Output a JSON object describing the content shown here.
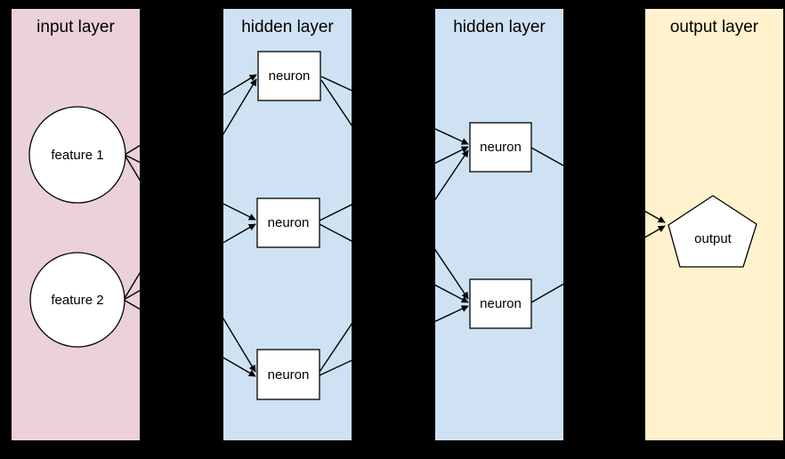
{
  "colors": {
    "background": "#000000",
    "input_layer_fill": "#ead1dc",
    "hidden_layer_fill": "#cfe2f3",
    "output_layer_fill": "#fff2cc",
    "node_fill": "#ffffff",
    "line_stroke": "#000000",
    "text": "#000000"
  },
  "layers": [
    {
      "label": "input layer",
      "nodes": [
        {
          "id": "feature-1",
          "label": "feature 1",
          "shape": "circle"
        },
        {
          "id": "feature-2",
          "label": "feature 2",
          "shape": "circle"
        }
      ]
    },
    {
      "label": "hidden layer",
      "nodes": [
        {
          "id": "h1-neuron-1",
          "label": "neuron",
          "shape": "rectangle"
        },
        {
          "id": "h1-neuron-2",
          "label": "neuron",
          "shape": "rectangle"
        },
        {
          "id": "h1-neuron-3",
          "label": "neuron",
          "shape": "rectangle"
        }
      ]
    },
    {
      "label": "hidden layer",
      "nodes": [
        {
          "id": "h2-neuron-1",
          "label": "neuron",
          "shape": "rectangle"
        },
        {
          "id": "h2-neuron-2",
          "label": "neuron",
          "shape": "rectangle"
        }
      ]
    },
    {
      "label": "output layer",
      "nodes": [
        {
          "id": "output",
          "label": "output",
          "shape": "pentagon"
        }
      ]
    }
  ],
  "edges": [
    {
      "from": "feature-1",
      "to": "h1-neuron-1"
    },
    {
      "from": "feature-1",
      "to": "h1-neuron-2"
    },
    {
      "from": "feature-1",
      "to": "h1-neuron-3"
    },
    {
      "from": "feature-2",
      "to": "h1-neuron-1"
    },
    {
      "from": "feature-2",
      "to": "h1-neuron-2"
    },
    {
      "from": "feature-2",
      "to": "h1-neuron-3"
    },
    {
      "from": "h1-neuron-1",
      "to": "h2-neuron-1"
    },
    {
      "from": "h1-neuron-1",
      "to": "h2-neuron-2"
    },
    {
      "from": "h1-neuron-2",
      "to": "h2-neuron-1"
    },
    {
      "from": "h1-neuron-2",
      "to": "h2-neuron-2"
    },
    {
      "from": "h1-neuron-3",
      "to": "h2-neuron-1"
    },
    {
      "from": "h1-neuron-3",
      "to": "h2-neuron-2"
    },
    {
      "from": "h2-neuron-1",
      "to": "output"
    },
    {
      "from": "h2-neuron-2",
      "to": "output"
    }
  ]
}
